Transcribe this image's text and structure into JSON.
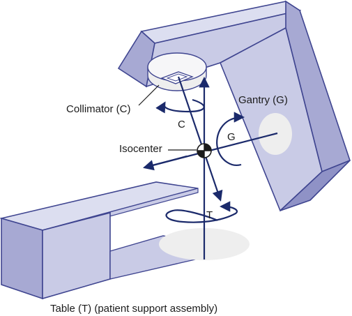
{
  "labels": {
    "collimator": "Collimator (C)",
    "gantry": "Gantry (G)",
    "isocenter": "Isocenter",
    "table": "Table (T) (patient support assembly)",
    "axis_c": "C",
    "axis_g": "G",
    "axis_t": "T"
  },
  "colors": {
    "face_front": "#c9cbe6",
    "face_side": "#a7a9d3",
    "face_top": "#dcdef0",
    "edge": "#3f4590",
    "axis": "#1b2a6b",
    "disk": "#eeeeee"
  }
}
